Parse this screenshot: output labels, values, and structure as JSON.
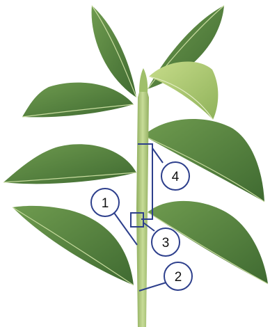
{
  "diagram": {
    "callouts": [
      {
        "label": "1"
      },
      {
        "label": "2"
      },
      {
        "label": "3"
      },
      {
        "label": "4"
      }
    ]
  },
  "colors": {
    "leaf_dark": "#4f7a3c",
    "leaf_mid": "#6f9b4f",
    "leaf_light": "#a9c86a",
    "stem": "#a9c37a",
    "callout_stroke": "#2d3f8c",
    "background": "#ffffff"
  }
}
